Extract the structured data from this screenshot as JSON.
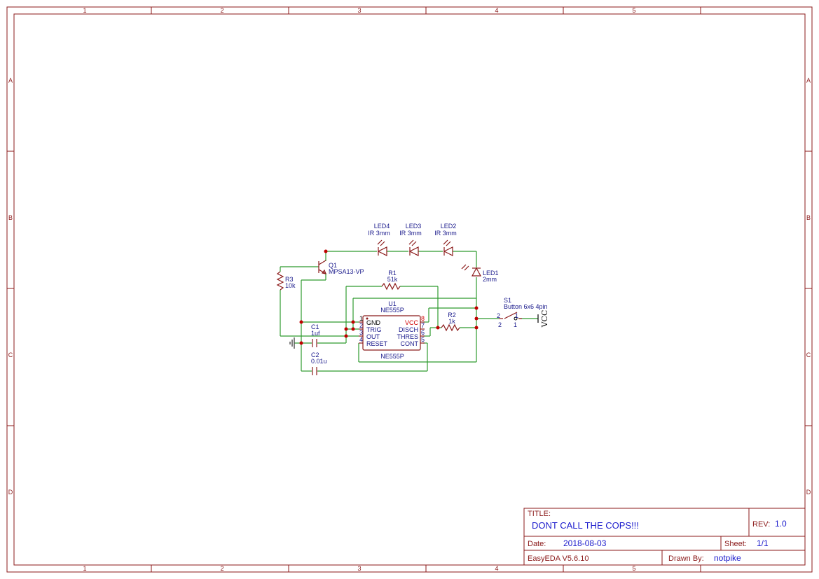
{
  "frame": {
    "columns": [
      "1",
      "2",
      "3",
      "4",
      "5"
    ],
    "rows": [
      "A",
      "B",
      "C",
      "D"
    ]
  },
  "title_block": {
    "title_label": "TITLE:",
    "title": "DONT CALL THE COPS!!!",
    "rev_label": "REV:",
    "rev": "1.0",
    "date_label": "Date:",
    "date": "2018-08-03",
    "sheet_label": "Sheet:",
    "sheet": "1/1",
    "software": "EasyEDA V5.6.10",
    "drawn_by_label": "Drawn By:",
    "drawn_by": "notpike"
  },
  "components": {
    "led4": {
      "ref": "LED4",
      "value": "IR 3mm"
    },
    "led3": {
      "ref": "LED3",
      "value": "IR 3mm"
    },
    "led2": {
      "ref": "LED2",
      "value": "IR 3mm"
    },
    "led1": {
      "ref": "LED1",
      "value": "2mm"
    },
    "q1": {
      "ref": "Q1",
      "value": "MPSA13-VP"
    },
    "r3": {
      "ref": "R3",
      "value": "10k"
    },
    "r1": {
      "ref": "R1",
      "value": "51k"
    },
    "r2": {
      "ref": "R2",
      "value": "1k"
    },
    "c1": {
      "ref": "C1",
      "value": "1uf"
    },
    "c2": {
      "ref": "C2",
      "value": "0.01u"
    },
    "s1": {
      "ref": "S1",
      "value": "Button 6x6 4pin",
      "pin_left": "2",
      "pin_right": "1",
      "pad_left": "2",
      "pad_right": "1"
    },
    "vcc": {
      "label": "VCC"
    },
    "u1": {
      "ref": "U1",
      "value": "NE555P",
      "footer": "NE555P",
      "left_pins": [
        {
          "num": "1",
          "name": "GND"
        },
        {
          "num": "2",
          "name": "TRIG"
        },
        {
          "num": "3",
          "name": "OUT"
        },
        {
          "num": "4",
          "name": "RESET"
        }
      ],
      "right_pins": [
        {
          "num": "8",
          "name": "VCC"
        },
        {
          "num": "7",
          "name": "DISCH"
        },
        {
          "num": "6",
          "name": "THRES"
        },
        {
          "num": "5",
          "name": "CONT"
        }
      ]
    }
  }
}
